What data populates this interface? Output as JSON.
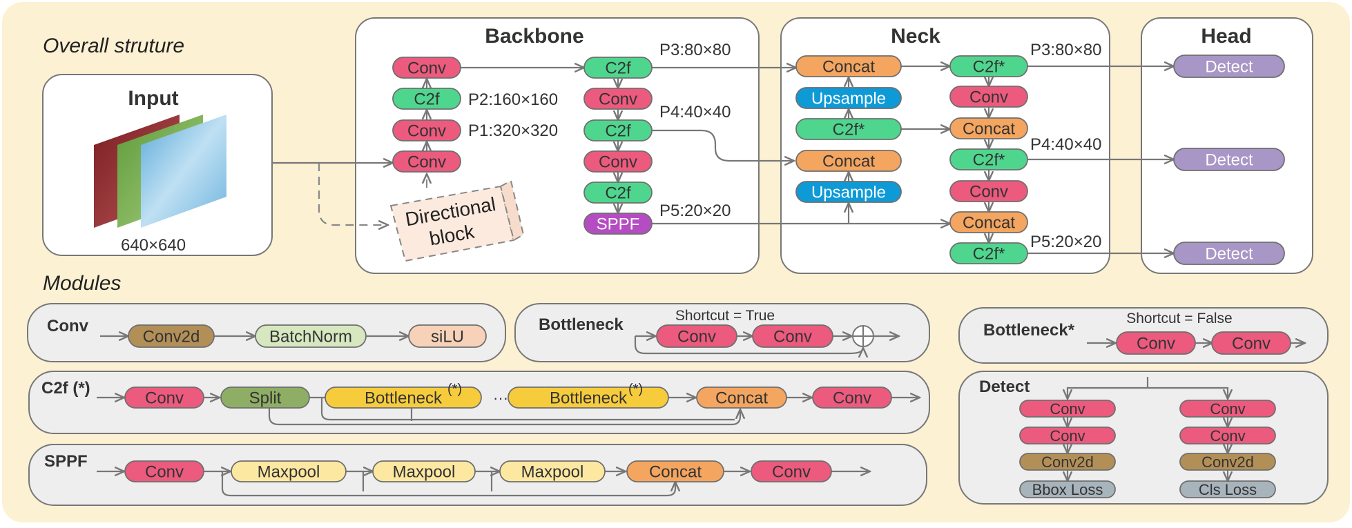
{
  "overall_title": "Overall struture",
  "modules_title": "Modules",
  "input": {
    "title": "Input",
    "size": "640×640"
  },
  "backbone": {
    "title": "Backbone",
    "directional_block": [
      "Directional",
      "block"
    ],
    "col1": [
      "Conv",
      "C2f",
      "Conv",
      "Conv"
    ],
    "col2": [
      "C2f",
      "Conv",
      "C2f",
      "Conv",
      "C2f",
      "SPPF"
    ],
    "labels": {
      "p1": "P1:320×320",
      "p2": "P2:160×160",
      "p3": "P3:80×80",
      "p4": "P4:40×40",
      "p5": "P5:20×20"
    }
  },
  "neck": {
    "title": "Neck",
    "left": [
      "Concat",
      "Upsample",
      "C2f*",
      "Concat",
      "Upsample"
    ],
    "right": [
      "C2f*",
      "Conv",
      "Concat",
      "C2f*",
      "Conv",
      "Concat",
      "C2f*"
    ],
    "labels": {
      "p3": "P3:80×80",
      "p4": "P4:40×40",
      "p5": "P5:20×20"
    }
  },
  "head": {
    "title": "Head",
    "detect": [
      "Detect",
      "Detect",
      "Detect"
    ]
  },
  "conv_module": {
    "title": "Conv",
    "items": [
      "Conv2d",
      "BatchNorm",
      "siLU"
    ]
  },
  "bottleneck": {
    "title": "Bottleneck",
    "shortcut": "Shortcut = True",
    "items": [
      "Conv",
      "Conv"
    ]
  },
  "bottleneck_star": {
    "title": "Bottleneck*",
    "shortcut": "Shortcut = False",
    "items": [
      "Conv",
      "Conv"
    ]
  },
  "c2f_module": {
    "title": "C2f (*)",
    "items": [
      "Conv",
      "Split",
      "Bottleneck",
      "Bottleneck",
      "Concat",
      "Conv"
    ],
    "star": "(*)",
    "dots": "···"
  },
  "sppf_module": {
    "title": "SPPF",
    "items": [
      "Conv",
      "Maxpool",
      "Maxpool",
      "Maxpool",
      "Concat",
      "Conv"
    ]
  },
  "detect_module": {
    "title": "Detect",
    "left": [
      "Conv",
      "Conv",
      "Conv2d",
      "Bbox Loss"
    ],
    "right": [
      "Conv",
      "Conv",
      "Conv2d",
      "Cls Loss"
    ]
  },
  "colors": {
    "background": "#fdf1d3",
    "panel": "#ffffff",
    "module_panel": "#eeeeee",
    "conv": "#ec5a7e",
    "c2f": "#4fd68e",
    "sppf": "#b64cc3",
    "concat": "#f4a55f",
    "upsample": "#0e9ad7",
    "detect": "#a896c6",
    "conv2d": "#b38f58",
    "batchnorm": "#d7e8c0",
    "silu": "#f8d2b8",
    "split": "#8fae65",
    "bottleneck": "#f6cc3c",
    "maxpool": "#fde8a2",
    "loss": "#a8b4bc"
  },
  "icons": [
    "input-image-stack-icon",
    "add-icon"
  ]
}
